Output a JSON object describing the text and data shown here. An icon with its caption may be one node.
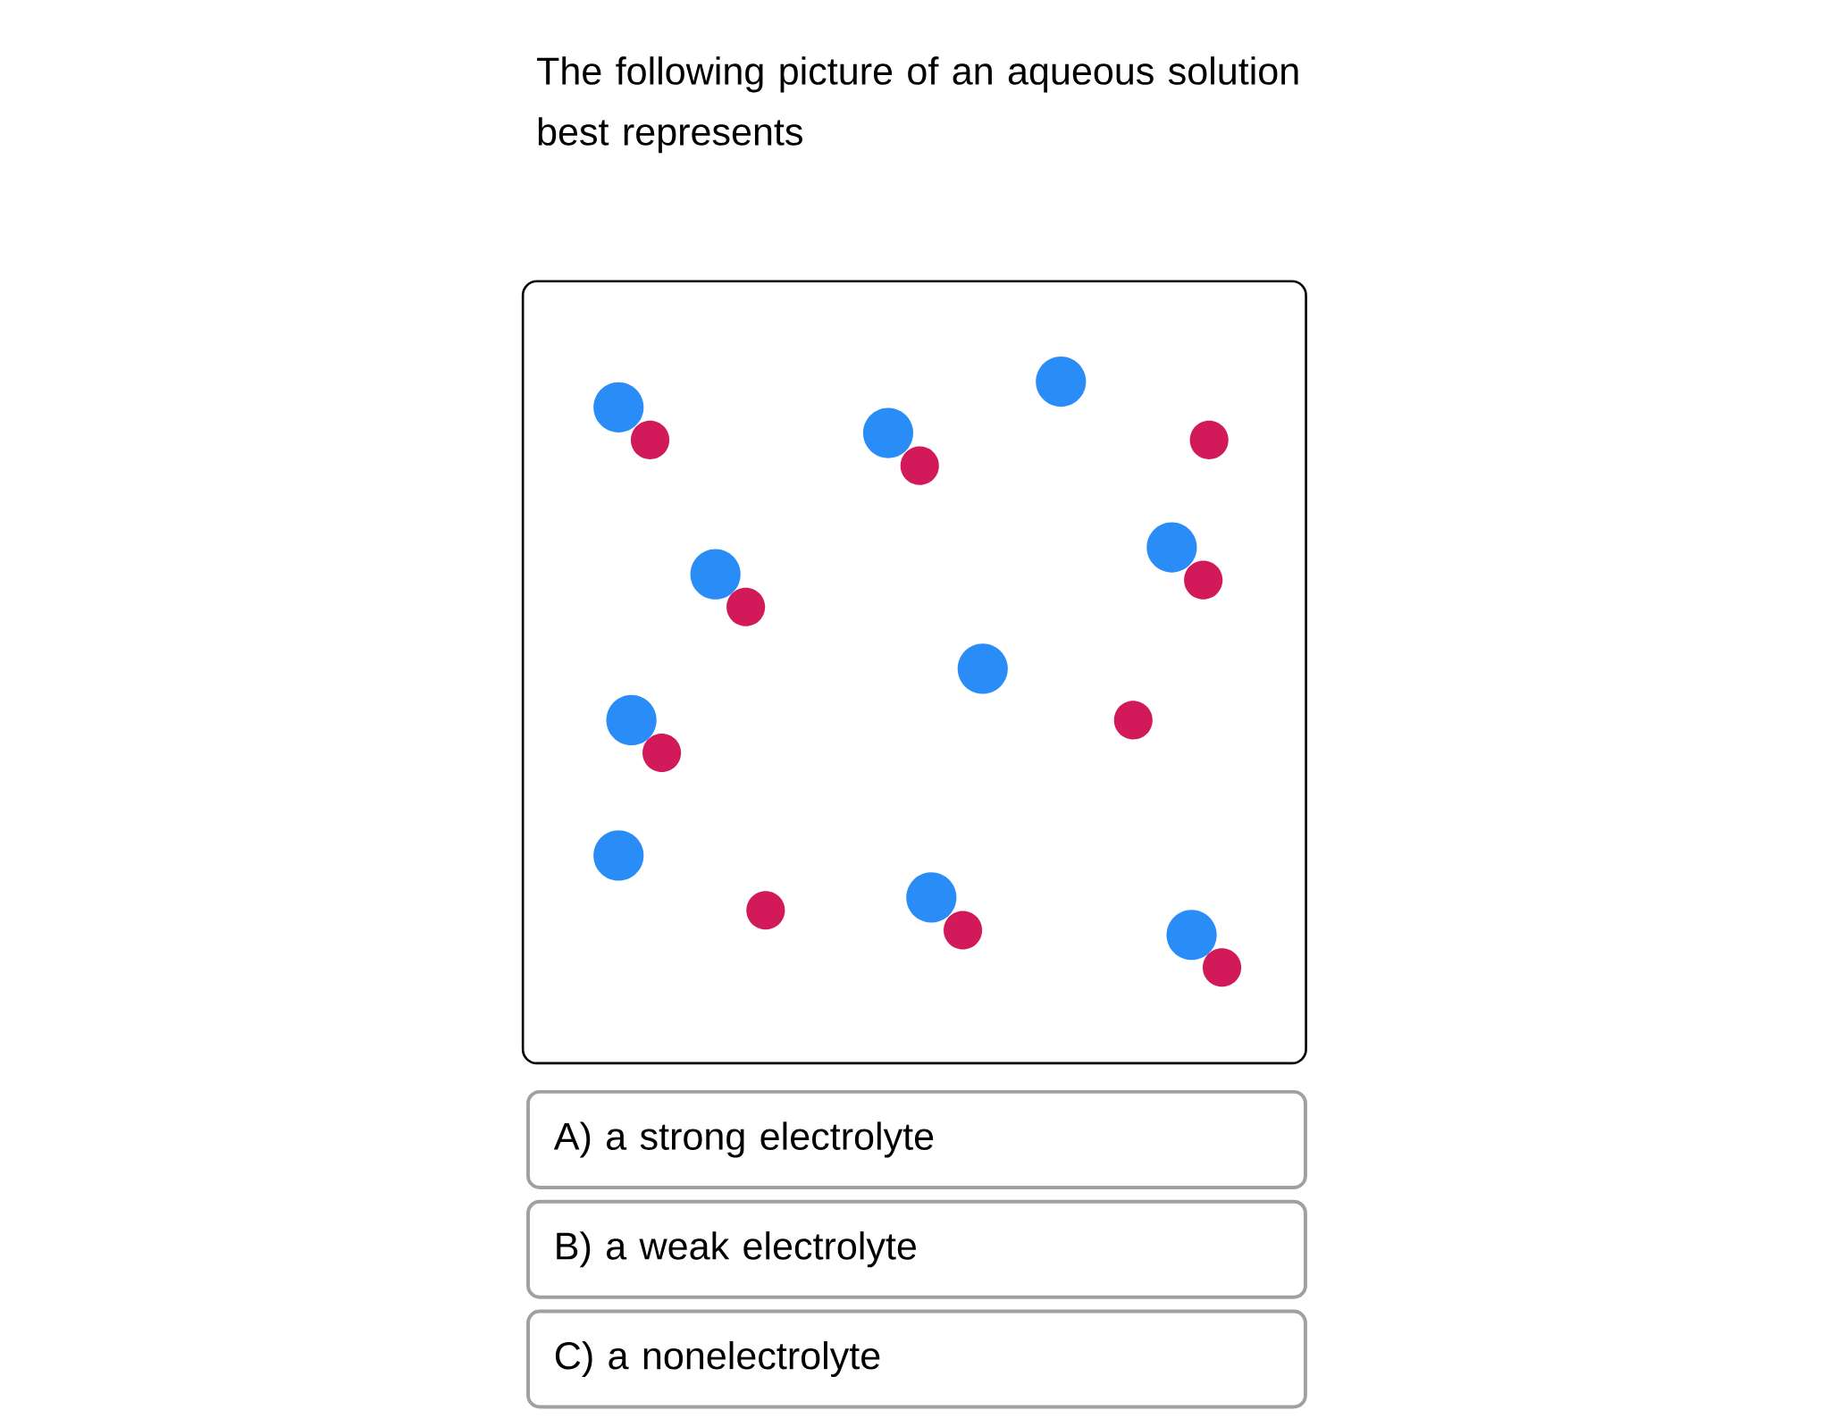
{
  "diagram": {
    "title": "The following picture of an aqueous solution best represents",
    "nodes": [
      {
        "text": [
          "A) a strong electrolyte"
        ]
      },
      {
        "text": [
          "B) a weak electrolyte"
        ]
      },
      {
        "text": [
          "C) a nonelectrolyte"
        ]
      }
    ]
  }
}
